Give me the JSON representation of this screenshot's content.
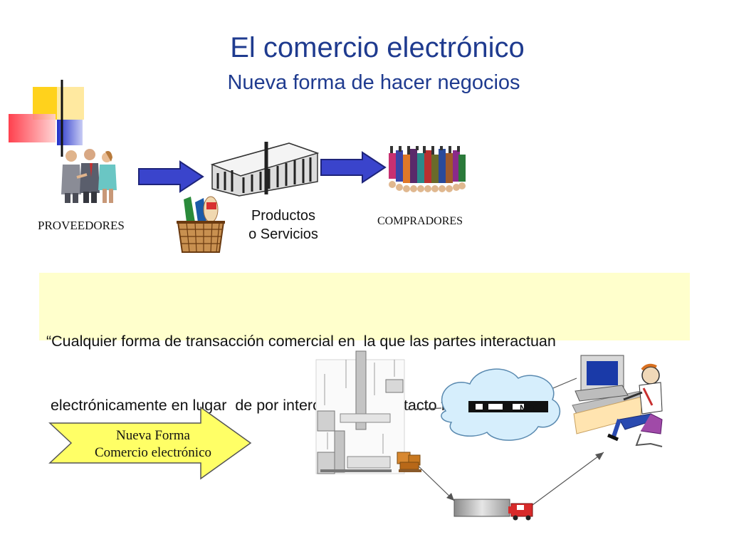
{
  "slide": {
    "title": "El comercio electrónico",
    "subtitle": "Nueva forma de hacer negocios"
  },
  "flow": {
    "suppliers_label": "PROVEEDORES",
    "products_line1": "Productos",
    "products_line2": "o Servicios",
    "buyers_label": "COMPRADORES"
  },
  "definition": {
    "line1": "“Cualquier forma de transacción comercial en  la que las partes interactuan",
    "line2": " electrónicamente en lugar  de por intercambio o contacto físico directo”"
  },
  "new_way": {
    "line1": "Nueva Forma",
    "line2": "Comercio electrónico"
  },
  "network_label": "NET",
  "colors": {
    "title": "#1f3b8f",
    "arrow_blue": "#3a44cc",
    "quote_bg": "#ffffcc",
    "new_way_arrow": "#ffff66",
    "cloud": "#d6eefc"
  },
  "icons": [
    "business-people-icon",
    "arrow-right-icon",
    "factory-building-icon",
    "grocery-basket-icon",
    "crowd-icon",
    "warehouse-icon",
    "boxes-icon",
    "truck-icon",
    "cloud-icon",
    "computer-user-icon"
  ]
}
